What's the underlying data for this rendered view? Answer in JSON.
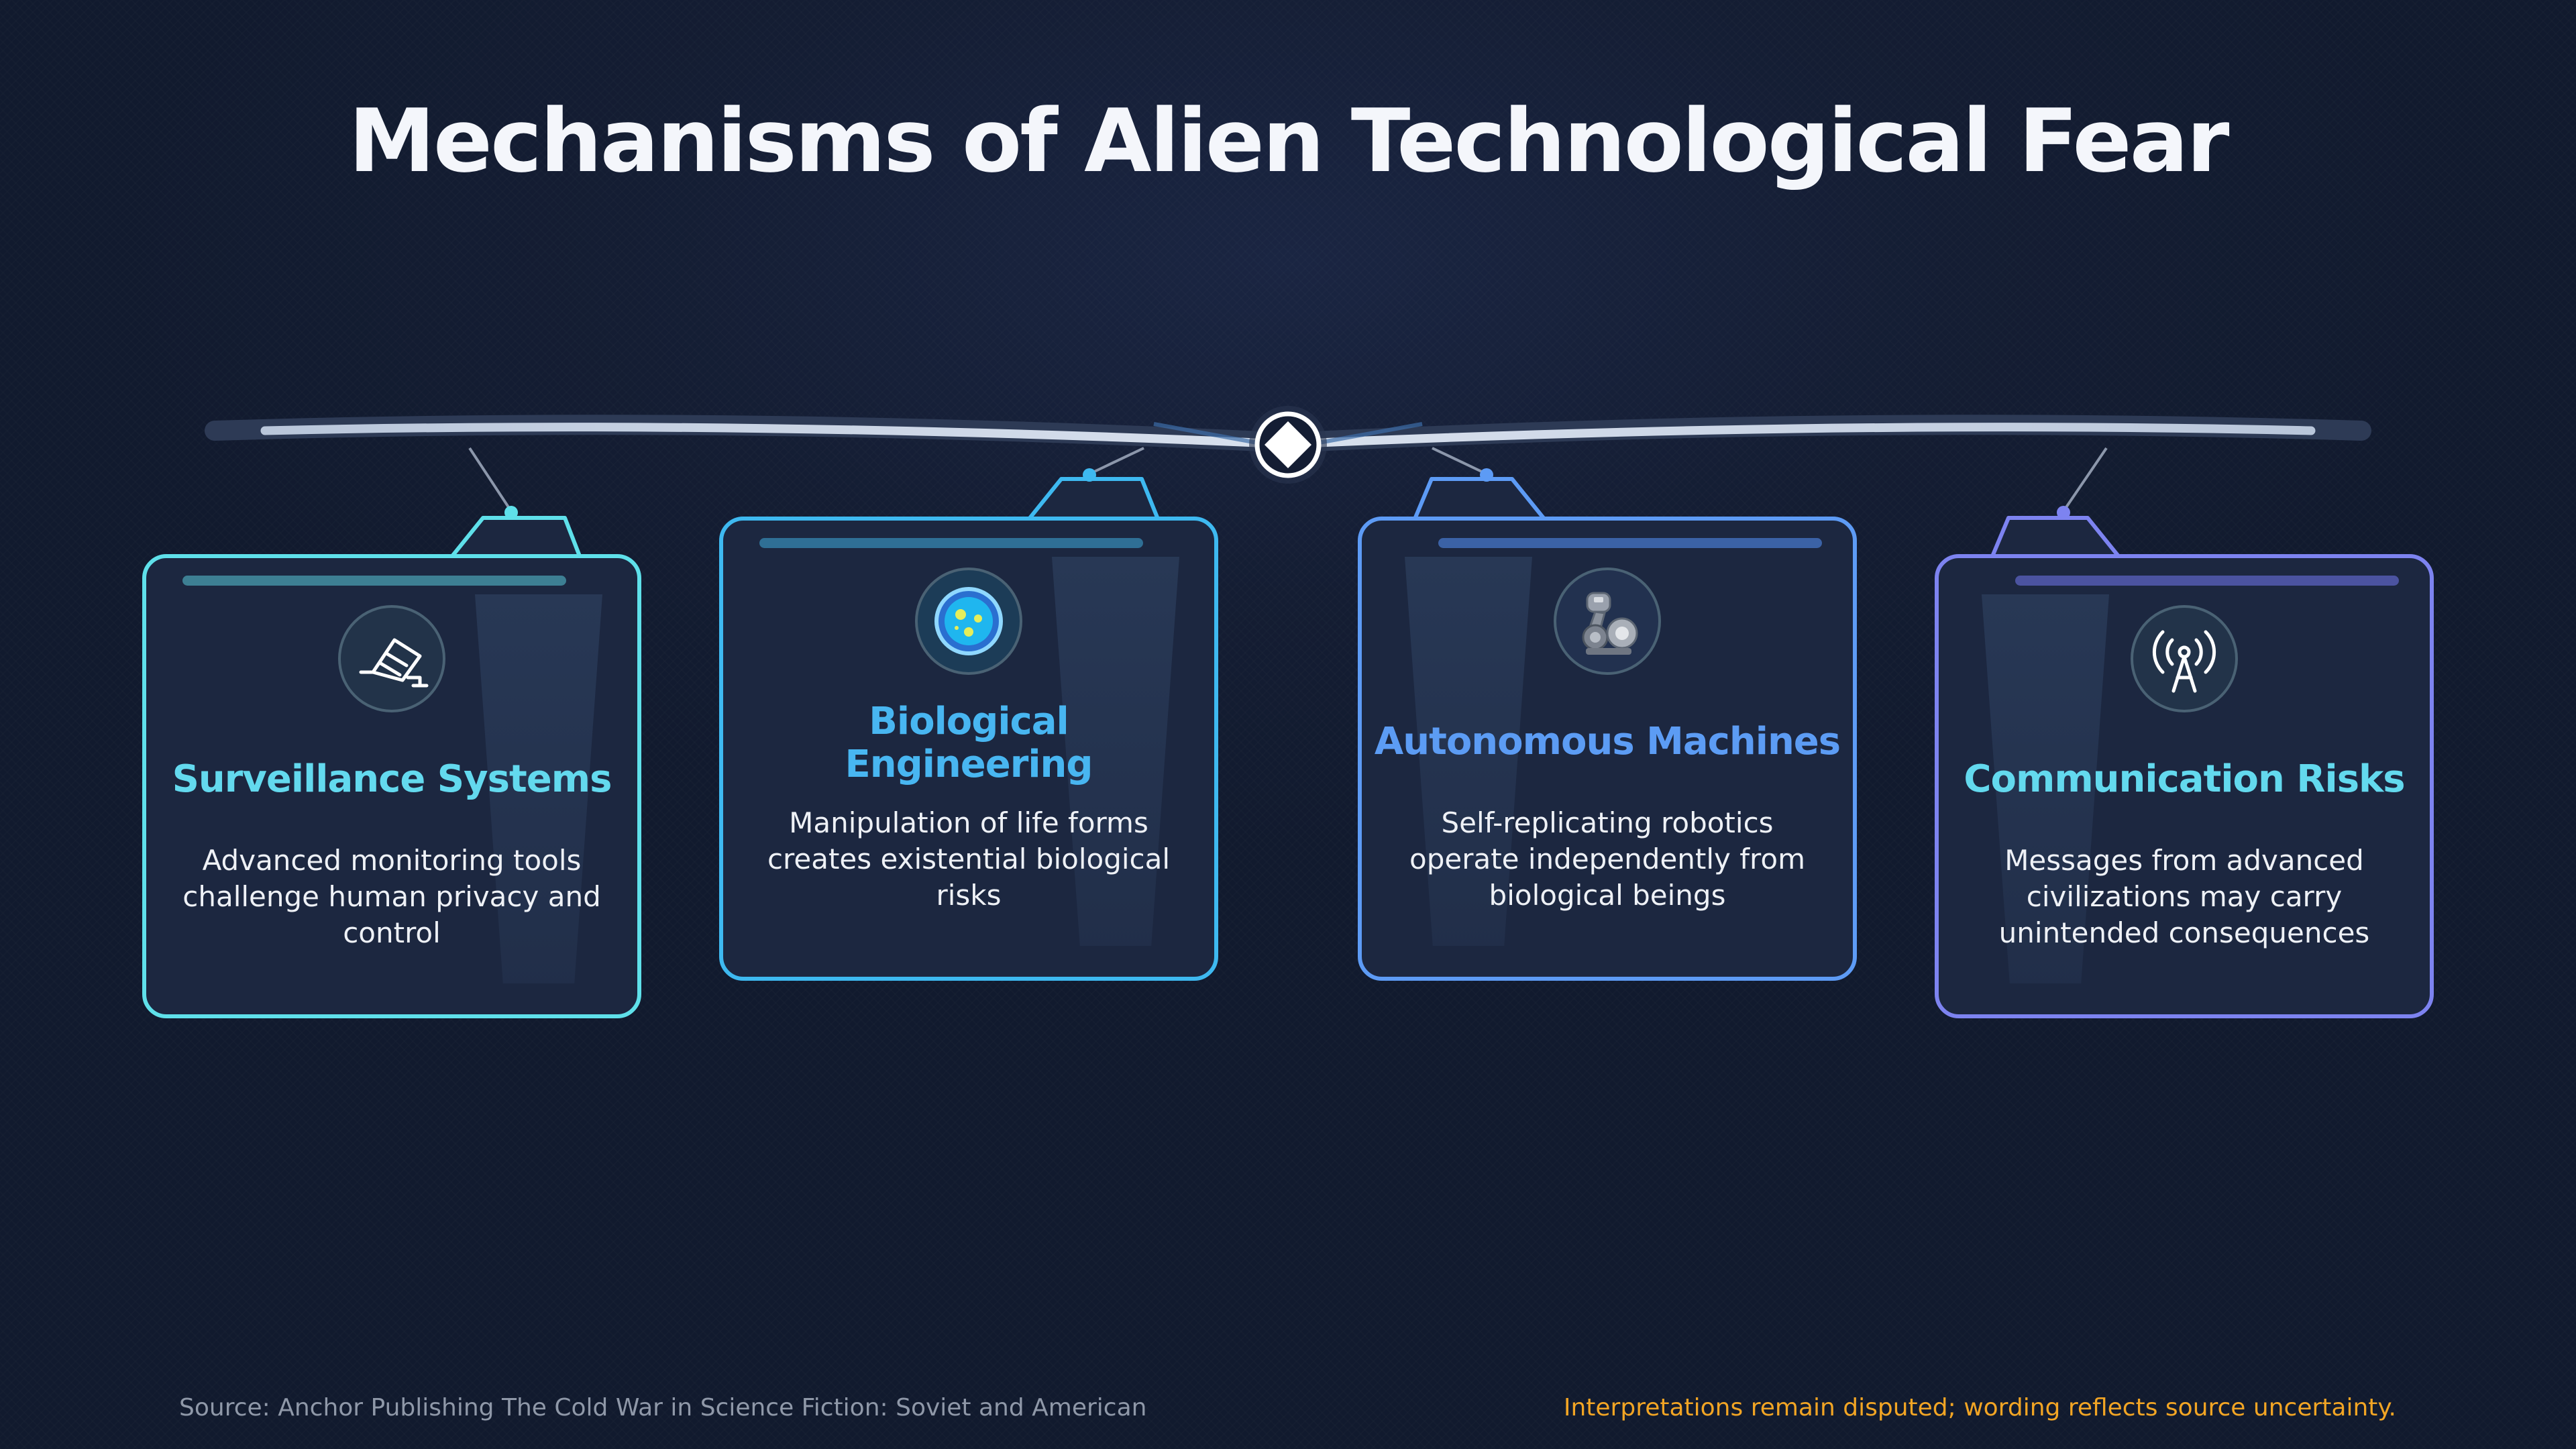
{
  "title": "Mechanisms of Alien Technological Fear",
  "colors": {
    "background": "#141d33",
    "title": "#f4f6fb",
    "card_fill": "#1c2740",
    "hub": "#ffffff",
    "footnote": "#f2a524",
    "source": "#8f98a8"
  },
  "hub": {
    "icon": "diamond-icon"
  },
  "cards": [
    {
      "heading": "Surveillance Systems",
      "description": "Advanced monitoring tools challenge human privacy and control",
      "icon": "security-camera-icon",
      "accent": "#5fe0ea",
      "heading_color": "#63d9ee"
    },
    {
      "heading": "Biological Engineering",
      "heading_line1": "Biological",
      "heading_line2": "Engineering",
      "description": "Manipulation of life forms creates existential biological risks",
      "icon": "petri-dish-icon",
      "accent": "#3eb9f0",
      "heading_color": "#48b6f1"
    },
    {
      "heading": "Autonomous Machines",
      "description": "Self-replicating robotics operate independently from biological beings",
      "icon": "robot-arm-icon",
      "accent": "#5d9bf5",
      "heading_color": "#5c9cf4"
    },
    {
      "heading": "Communication Risks",
      "description": "Messages from advanced civilizations may carry unintended consequences",
      "icon": "radio-tower-icon",
      "accent": "#7d83f0",
      "heading_color": "#63d9ee"
    }
  ],
  "footer": {
    "source": "Source: Anchor Publishing The Cold War in Science Fiction: Soviet and American",
    "note": "Interpretations remain disputed; wording reflects source uncertainty."
  }
}
